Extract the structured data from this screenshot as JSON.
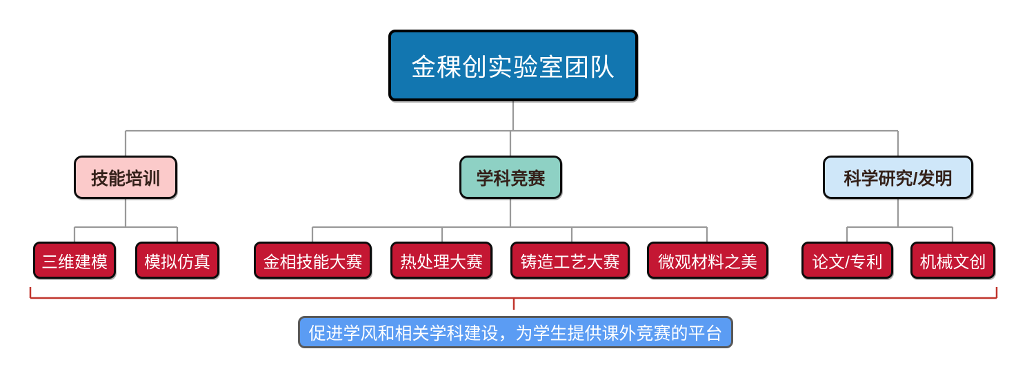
{
  "diagram": {
    "type": "org-chart",
    "root": {
      "label": "金稞创实验室团队"
    },
    "branches": [
      {
        "label": "技能培训",
        "children": [
          {
            "label": "三维建模"
          },
          {
            "label": "模拟仿真"
          }
        ]
      },
      {
        "label": "学科竞赛",
        "children": [
          {
            "label": "金相技能大赛"
          },
          {
            "label": "热处理大赛"
          },
          {
            "label": "铸造工艺大赛"
          },
          {
            "label": "微观材料之美"
          }
        ]
      },
      {
        "label": "科学研究/发明",
        "children": [
          {
            "label": "论文/专利"
          },
          {
            "label": "机械文创"
          }
        ]
      }
    ],
    "summary": {
      "label": "促进学风和相关学科建设，为学生提供课外竞赛的平台"
    },
    "colors": {
      "root_fill": "#1276b0",
      "branch_skill_fill": "#fbcaca",
      "branch_competition_fill": "#8ed1c4",
      "branch_research_fill": "#cfe7f9",
      "leaf_fill": "#c41733",
      "summary_fill": "#5b9cf3",
      "summary_border": "#595959",
      "node_border": "#000000",
      "connector_gray": "#999999",
      "bracket_red": "#c0342c",
      "root_text": "#ffffff",
      "branch_text": "#34211a",
      "leaf_text": "#ffffff"
    }
  }
}
